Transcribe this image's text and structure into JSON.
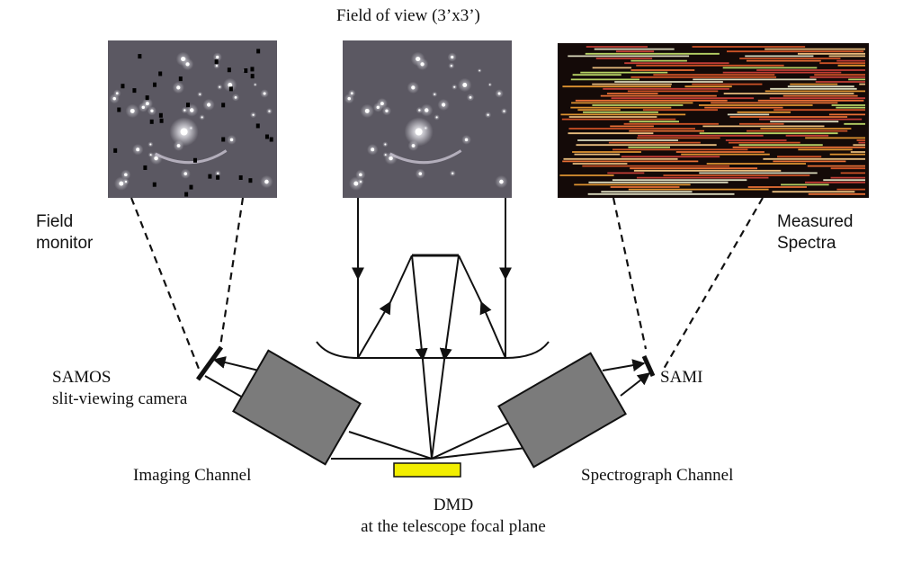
{
  "labels": {
    "field_of_view": "Field of view (3’x3’)",
    "field_monitor_1": "Field",
    "field_monitor_2": "monitor",
    "measured_1": "Measured",
    "measured_2": "Spectra",
    "samos_1": "SAMOS",
    "samos_2": "slit-viewing camera",
    "sami": "SAMI",
    "imaging_channel": "Imaging Channel",
    "spectrograph_channel": "Spectrograph Channel",
    "dmd": "DMD",
    "dmd_sub": "at the telescope focal plane"
  },
  "colors": {
    "sky_image": "#5b5862",
    "spectra_bg": "#140a08",
    "channel_box": "#7b7b7b",
    "dmd": "#f2ee00",
    "lines": "#111111"
  }
}
